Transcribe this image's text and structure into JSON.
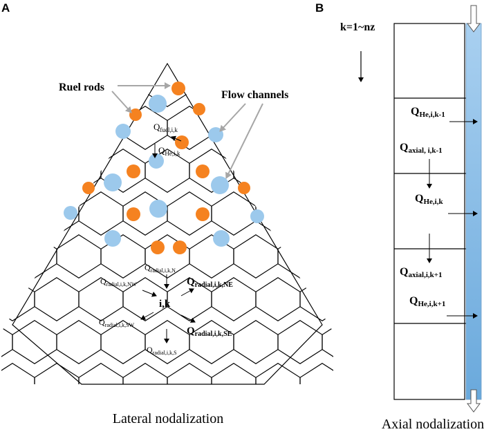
{
  "panel_a": {
    "letter": "A",
    "caption": "Lateral nodalization",
    "label_fuel_rods": "Ruel rods",
    "label_flow_channels": "Flow channels",
    "q_fuel": {
      "main": "Q",
      "sub": "fuel,i,k"
    },
    "q_he": {
      "main": "Q",
      "sub": "He,i,k"
    },
    "center_node": "i,k",
    "q_radial_n": {
      "main": "Q",
      "sub": "radial,i,k,N"
    },
    "q_radial_nw": {
      "main": "Q",
      "sub": "radial,i,k,NW"
    },
    "q_radial_ne": {
      "main": "Q",
      "sub": "radial,i,k,NE"
    },
    "q_radial_sw": {
      "main": "Q",
      "sub": "radial,i,k,SW"
    },
    "q_radial_se": {
      "main": "Q",
      "sub": "radial,i,k,SE"
    },
    "q_radial_s": {
      "main": "Q",
      "sub": "radial,i,k,S"
    }
  },
  "panel_b": {
    "letter": "B",
    "caption": "Axial nodalization",
    "k_range": "k=1~nz",
    "q_he_km1": {
      "main": "Q",
      "sub": "He,i,k-1"
    },
    "q_axial_km1": {
      "main": "Q",
      "sub": "axial, i,k-1"
    },
    "q_he_k": {
      "main": "Q",
      "sub": "He,i,k"
    },
    "q_axial_kp1": {
      "main": "Q",
      "sub": "axial,i,k+1"
    },
    "q_he_kp1": {
      "main": "Q",
      "sub": "He,i,k+1"
    }
  },
  "colors": {
    "fuel_rod": "#f58220",
    "flow_channel": "#9cc9ec",
    "channel_strip": "#7fb6e4",
    "line": "#000000"
  }
}
